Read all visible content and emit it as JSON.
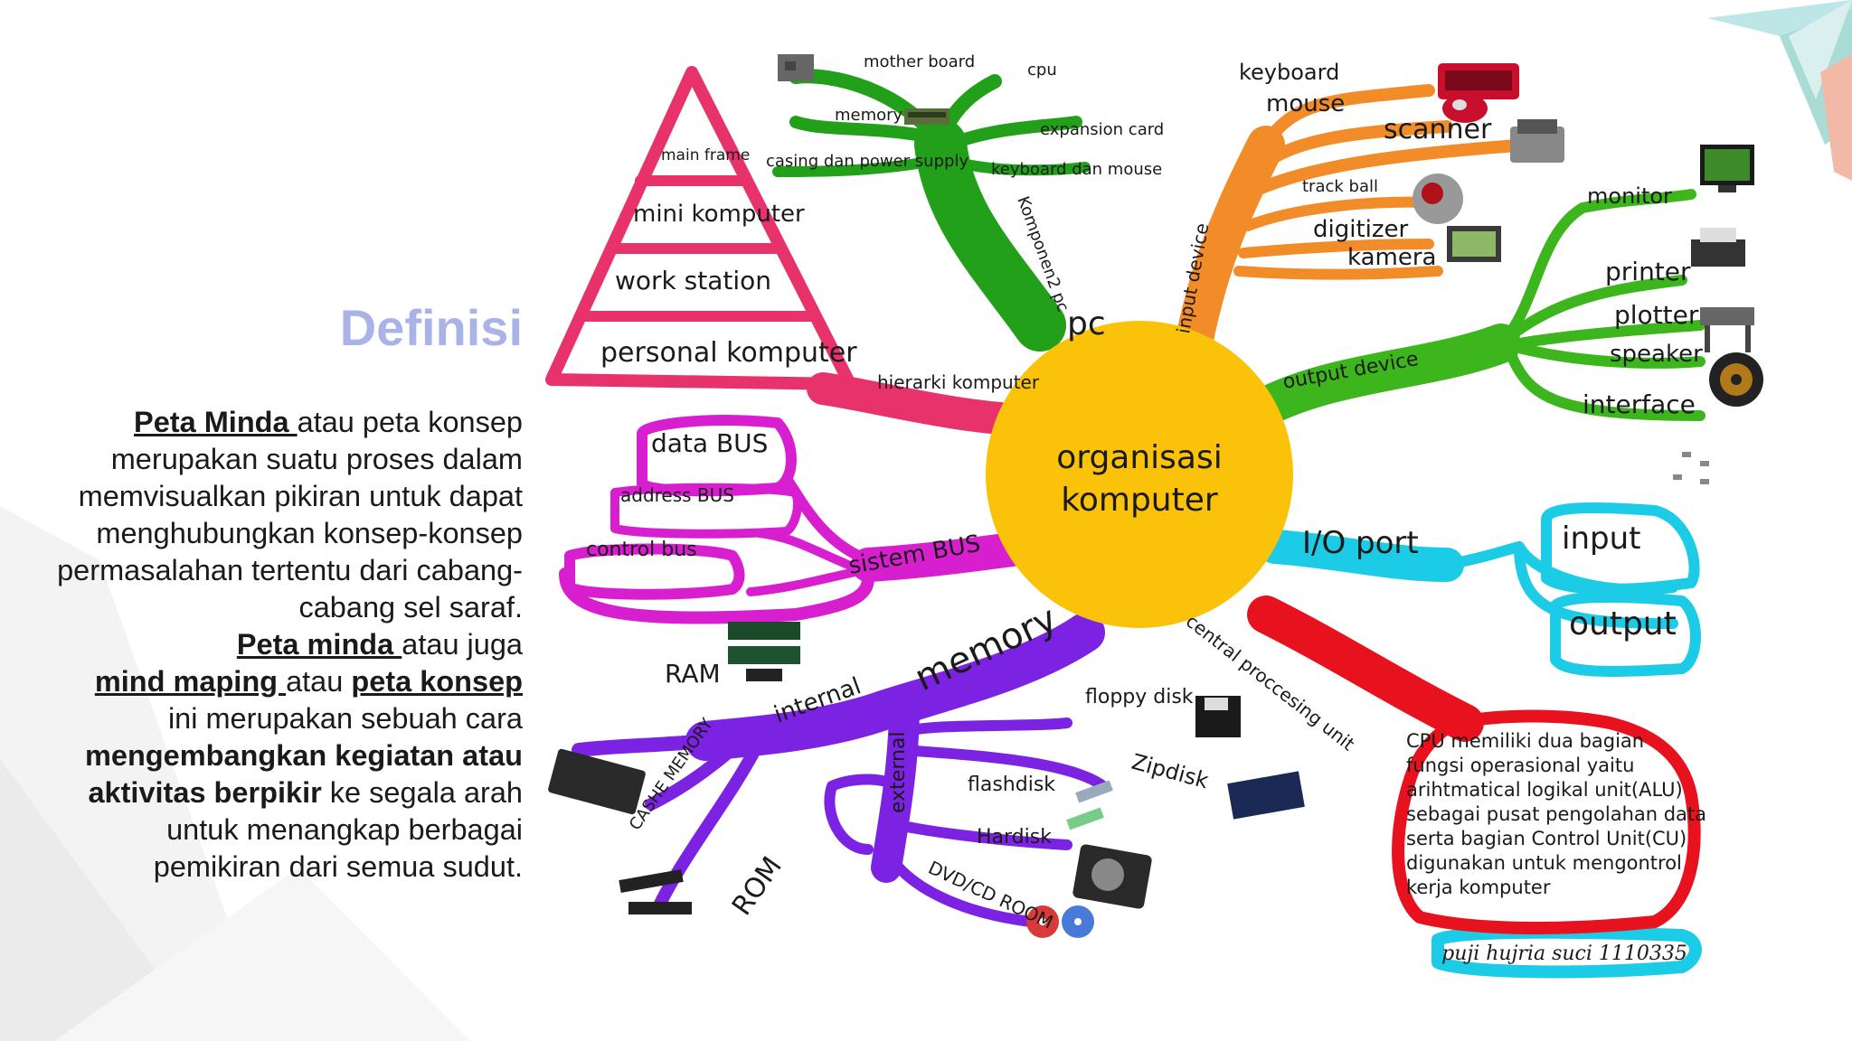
{
  "slide": {
    "title": "Definisi",
    "paragraph": [
      {
        "text": "Peta Minda ",
        "style": "u"
      },
      {
        "text": "atau peta konsep merupakan suatu proses dalam memvisualkan pikiran untuk dapat menghubungkan konsep-konsep permasalahan tertentu dari cabang-cabang sel saraf.",
        "style": "n"
      },
      {
        "text": "Peta minda ",
        "style": "u"
      },
      {
        "text": "atau juga",
        "style": "n"
      },
      {
        "text": "mind maping ",
        "style": "u"
      },
      {
        "text": "atau ",
        "style": "n"
      },
      {
        "text": "peta konsep",
        "style": "u"
      },
      {
        "text": "ini merupakan sebuah cara",
        "style": "n"
      },
      {
        "text": "mengembangkan kegiatan atau aktivitas berpikir",
        "style": "b"
      },
      {
        "text": " ke segala arah untuk menangkap berbagai pemikiran dari semua sudut.",
        "style": "n"
      }
    ]
  },
  "mindmap": {
    "center": [
      "organisasi",
      "komputer"
    ],
    "pc": {
      "label": "pc",
      "sublabel": "Komponen2 pc",
      "items": [
        "mother board",
        "cpu",
        "memory",
        "expansion card",
        "casing dan power supply",
        "keyboard dan mouse"
      ]
    },
    "hierarki": {
      "label": "hierarki komputer",
      "levels": [
        "main frame",
        "mini komputer",
        "work station",
        "personal komputer"
      ]
    },
    "input_device": {
      "label": "input device",
      "items": [
        "keyboard",
        "mouse",
        "scanner",
        "track ball",
        "digitizer",
        "kamera"
      ]
    },
    "output_device": {
      "label": "output device",
      "items": [
        "monitor",
        "printer",
        "plotter",
        "speaker",
        "interface"
      ]
    },
    "sistem_bus": {
      "label": "sistem BUS",
      "items": [
        "data BUS",
        "address BUS",
        "control bus"
      ]
    },
    "io_port": {
      "label": "I/O port",
      "items": [
        "input",
        "output"
      ]
    },
    "memory": {
      "label": "memory",
      "internal": {
        "label": "internal",
        "items": [
          "RAM",
          "CASHE MEMORY",
          "ROM"
        ]
      },
      "external": {
        "label": "external",
        "items": [
          "floppy disk",
          "Zipdisk",
          "flashdisk",
          "Hardisk",
          "DVD/CD ROOM"
        ]
      }
    },
    "cpu": {
      "label": "central proccesing unit",
      "note": [
        "CPU memiliki dua bagian",
        "fungsi operasional yaitu",
        "arihtmatical logikal unit(ALU)",
        "sebagai pusat pengolahan data",
        "serta bagian Control Unit(CU)",
        "digunakan untuk mengontrol",
        "kerja komputer"
      ]
    },
    "signature": "puji hujria suci 1110335"
  },
  "colors": {
    "center": "#fbc20a",
    "pc": "#22a01a",
    "input": "#f28c28",
    "output": "#3db51d",
    "bus": "#d81fd0",
    "io": "#1ccbe6",
    "memory": "#7b22e3",
    "cpu": "#e8121e",
    "hierarki": "#e8326c",
    "title": "#a9b3e8"
  }
}
